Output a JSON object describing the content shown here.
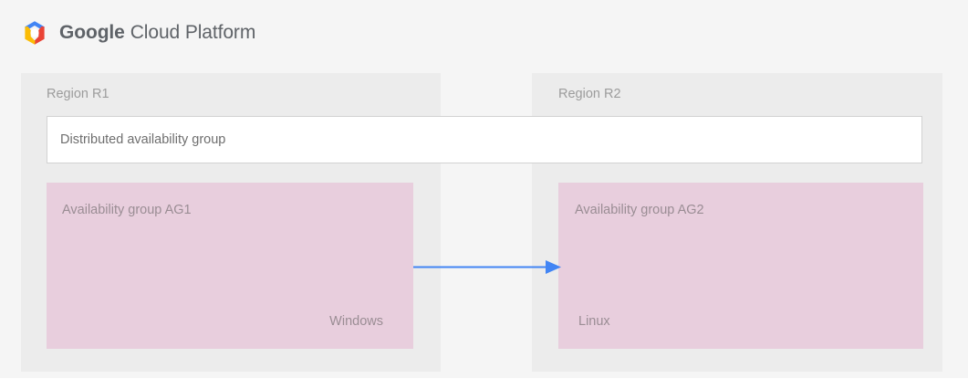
{
  "header": {
    "logo_icon": "google-cloud-platform-hexagon-logo",
    "brand_strong": "Google",
    "brand_light": "Cloud Platform",
    "brand_color": "#5f6368"
  },
  "diagram": {
    "background": "#f5f5f5",
    "regions": [
      {
        "id": "r1",
        "label": "Region R1",
        "panel_color": "#ececec",
        "group": {
          "title": "Availability group AG1",
          "os": "Windows",
          "box_color": "#e8cedd"
        }
      },
      {
        "id": "r2",
        "label": "Region R2",
        "panel_color": "#ececec",
        "group": {
          "title": "Availability group AG2",
          "os": "Linux",
          "box_color": "#e8cedd"
        }
      }
    ],
    "distributed_group": {
      "label": "Distributed availability group",
      "fill": "#ffffff",
      "border": "#d2d2d2"
    },
    "connector": {
      "icon": "right-arrow-icon",
      "color": "#4285f4",
      "from": "Availability group AG1",
      "to": "Availability group AG2"
    }
  }
}
